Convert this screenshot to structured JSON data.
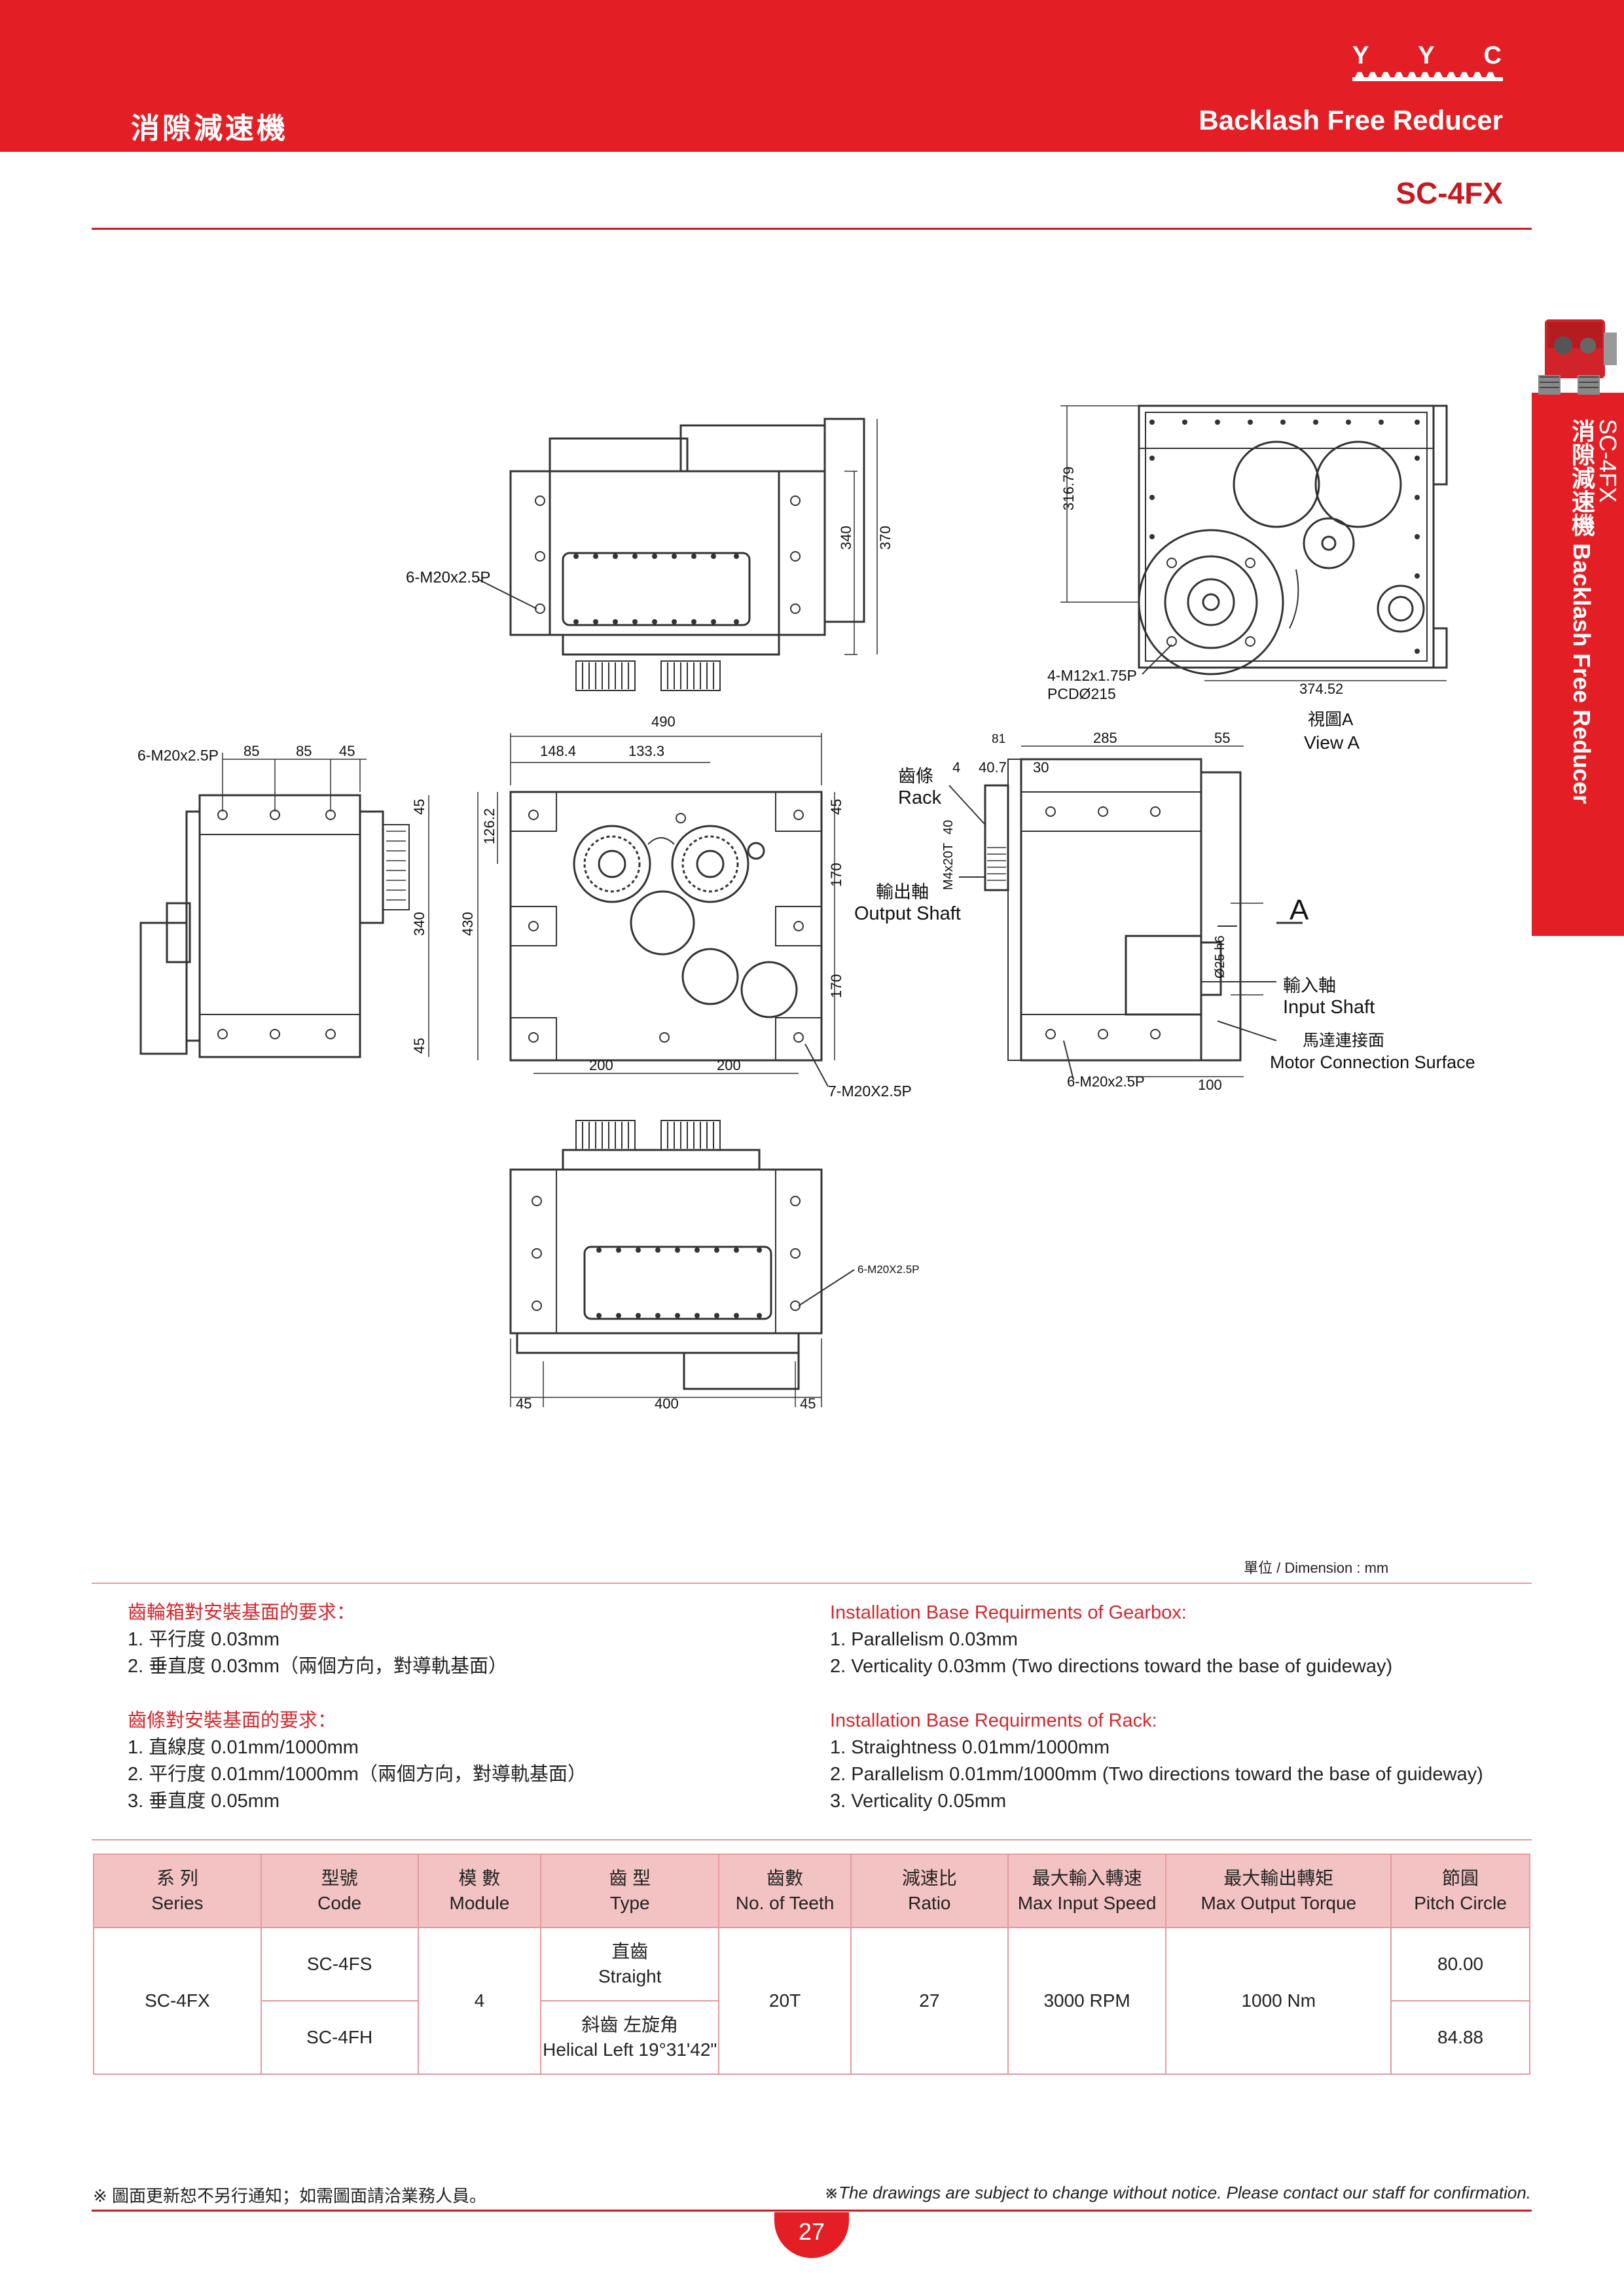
{
  "header": {
    "brand": [
      "Y",
      "Y",
      "C"
    ],
    "title_cn": "消隙減速機",
    "title_en": "Backlash Free Reducer",
    "model": "SC-4FX"
  },
  "side_tab": {
    "model": "SC-4FX",
    "text": "消隙減速機 Backlash Free Reducer"
  },
  "drawing": {
    "top_view": {
      "callout": "6-M20x2.5P",
      "dim_1": "340",
      "dim_2": "370"
    },
    "view_a": {
      "callout_1": "4-M12x1.75P",
      "callout_2": "PCDØ215",
      "dim_h": "316.79",
      "dim_w": "374.52",
      "label_cn": "視圖A",
      "label_en": "View A"
    },
    "left_view": {
      "callout": "6-M20x2.5P",
      "dim_1": "85",
      "dim_2": "85",
      "dim_3": "45",
      "dim_4": "45",
      "dim_5": "340",
      "dim_6": "45"
    },
    "front_view": {
      "dim_w": "490",
      "dim_1": "148.4",
      "dim_2": "133.3",
      "dim_3": "126.2",
      "dim_h": "430",
      "dim_4": "45",
      "dim_5": "170",
      "dim_6": "170",
      "dim_7": "200",
      "dim_8": "200",
      "callout": "7-M20X2.5P"
    },
    "side_view": {
      "dim_1": "81",
      "dim_2": "285",
      "dim_3": "55",
      "dim_4": "4",
      "dim_5": "40.7",
      "dim_6": "30",
      "dim_7": "40",
      "rack_spec": "M4x20T",
      "shaft": "Ø25 h6",
      "callout": "6-M20x2.5P",
      "dim_8": "100",
      "view_mark": "A",
      "rack_cn": "齒條",
      "rack_en": "Rack",
      "output_cn": "輸出軸",
      "output_en": "Output Shaft",
      "input_cn": "輸入軸",
      "input_en": "Input Shaft",
      "motor_cn": "馬達連接面",
      "motor_en": "Motor Connection Surface"
    },
    "bottom_view": {
      "callout": "6-M20X2.5P",
      "dim_1": "45",
      "dim_2": "400",
      "dim_3": "45"
    }
  },
  "dimension_note": "單位 / Dimension : mm",
  "requirements": {
    "gearbox_cn": {
      "title": "齒輪箱對安裝基面的要求：",
      "items": [
        "1. 平行度 0.03mm",
        "2. 垂直度 0.03mm（兩個方向，對導軌基面）"
      ]
    },
    "rack_cn": {
      "title": "齒條對安裝基面的要求：",
      "items": [
        "1. 直線度 0.01mm/1000mm",
        "2. 平行度 0.01mm/1000mm（兩個方向，對導軌基面）",
        "3. 垂直度 0.05mm"
      ]
    },
    "gearbox_en": {
      "title": "Installation Base Requirments of Gearbox:",
      "items": [
        "1. Parallelism 0.03mm",
        "2. Verticality 0.03mm (Two directions toward the base of guideway)"
      ]
    },
    "rack_en": {
      "title": "Installation Base Requirments of Rack:",
      "items": [
        "1. Straightness 0.01mm/1000mm",
        "2. Parallelism 0.01mm/1000mm (Two directions toward the base of guideway)",
        "3. Verticality 0.05mm"
      ]
    }
  },
  "table": {
    "headers": [
      {
        "cn": "系 列",
        "en": "Series"
      },
      {
        "cn": "型號",
        "en": "Code"
      },
      {
        "cn": "模 數",
        "en": "Module"
      },
      {
        "cn": "齒 型",
        "en": "Type"
      },
      {
        "cn": "齒數",
        "en": "No. of Teeth"
      },
      {
        "cn": "減速比",
        "en": "Ratio"
      },
      {
        "cn": "最大輸入轉速",
        "en": "Max Input Speed"
      },
      {
        "cn": "最大輸出轉矩",
        "en": "Max Output Torque"
      },
      {
        "cn": "節圓",
        "en": "Pitch Circle"
      }
    ],
    "series": "SC-4FX",
    "module": "4",
    "teeth": "20T",
    "ratio": "27",
    "speed": "3000 RPM",
    "torque": "1000 Nm",
    "rows": [
      {
        "code": "SC-4FS",
        "type_cn": "直齒",
        "type_en": "Straight",
        "pitch": "80.00"
      },
      {
        "code": "SC-4FH",
        "type_cn": "斜齒 左旋角",
        "type_en": "Helical Left 19°31'42\"",
        "pitch": "84.88"
      }
    ]
  },
  "footer": {
    "note_cn": "※ 圖面更新恕不另行通知；如需圖面請洽業務人員。",
    "note_en": "※The drawings are subject to change without notice. Please contact our staff for confirmation.",
    "page": "27"
  },
  "colors": {
    "brand_red": "#e31e24",
    "dark_red": "#c41a20",
    "table_header": "#f3c3c4"
  }
}
